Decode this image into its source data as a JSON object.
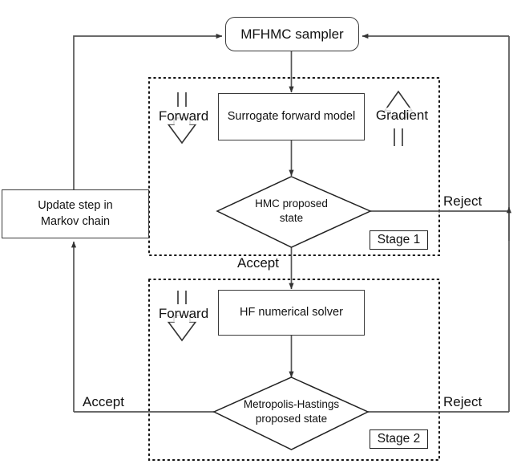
{
  "diagram": {
    "title": "MFHMC two-stage sampler flowchart",
    "type": "flowchart",
    "background": "#ffffff",
    "line_color": "#555555",
    "box_border_color": "#3a3a3a"
  },
  "nodes": {
    "sampler": {
      "label": "MFHMC sampler",
      "shape": "rounded-rectangle"
    },
    "update_step": {
      "label_line1": "Update step in",
      "label_line2": "Markov chain",
      "shape": "rectangle"
    },
    "surrogate": {
      "label": "Surrogate forward model",
      "shape": "rectangle"
    },
    "hmc_decision": {
      "label_line1": "HMC proposed",
      "label_line2": "state",
      "shape": "diamond"
    },
    "hf_solver": {
      "label": "HF numerical solver",
      "shape": "rectangle"
    },
    "mh_decision": {
      "label_line1": "Metropolis-Hastings",
      "label_line2": "proposed state",
      "shape": "diamond"
    }
  },
  "stages": {
    "stage1": {
      "tag": "Stage 1",
      "border": "dotted"
    },
    "stage2": {
      "tag": "Stage 2",
      "border": "dotted"
    }
  },
  "io_labels": {
    "forward_stage1": "Forward",
    "gradient_stage1": "Gradient",
    "forward_stage2": "Forward"
  },
  "edge_labels": {
    "reject_stage1": "Reject",
    "accept_stage1": "Accept",
    "reject_stage2": "Reject",
    "accept_stage2": "Accept"
  }
}
